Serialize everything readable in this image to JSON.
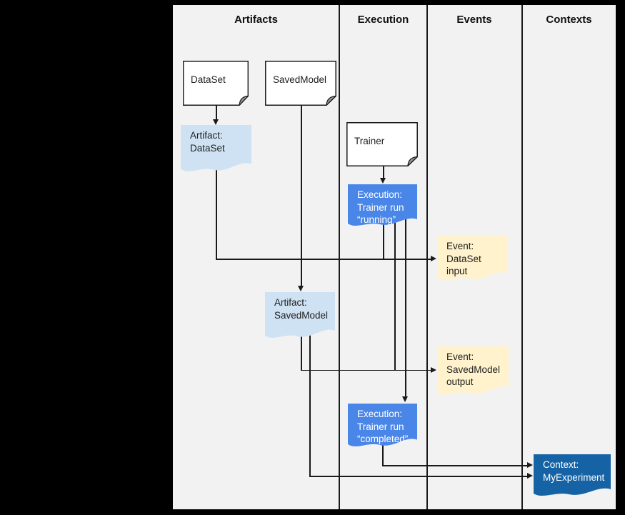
{
  "columns": [
    {
      "label": "Artifacts"
    },
    {
      "label": "Execution"
    },
    {
      "label": "Events"
    },
    {
      "label": "Contexts"
    }
  ],
  "nodes": {
    "dataset": {
      "kind": "type-note",
      "label": "DataSet"
    },
    "savedmodel": {
      "kind": "type-note",
      "label": "SavedModel"
    },
    "trainer": {
      "kind": "type-note",
      "label": "Trainer"
    },
    "artifact_dataset": {
      "kind": "artifact",
      "label": "Artifact:\nDataSet"
    },
    "execution_running": {
      "kind": "execution",
      "label": "Execution:\nTrainer run\n“running”"
    },
    "event_dataset_input": {
      "kind": "event",
      "label": "Event:\nDataSet input"
    },
    "artifact_savedmodel": {
      "kind": "artifact",
      "label": "Artifact:\nSavedModel"
    },
    "event_savedmodel_output": {
      "kind": "event",
      "label": "Event:\nSavedModel\noutput"
    },
    "execution_completed": {
      "kind": "execution",
      "label": "Execution:\nTrainer run\n“completed”"
    },
    "context_myexperiment": {
      "kind": "context",
      "label": "Context:\nMyExperiment"
    }
  },
  "colors": {
    "canvas": "#f2f2f2",
    "page_bg": "#000000",
    "line": "#1a1a1a",
    "note_fill": "#ffffff",
    "artifact_fill": "#cfe2f3",
    "execution_fill": "#4a86e8",
    "event_fill": "#fff2cc",
    "context_fill": "#1563a5",
    "text_dark": "#212121",
    "text_light": "#ffffff"
  }
}
